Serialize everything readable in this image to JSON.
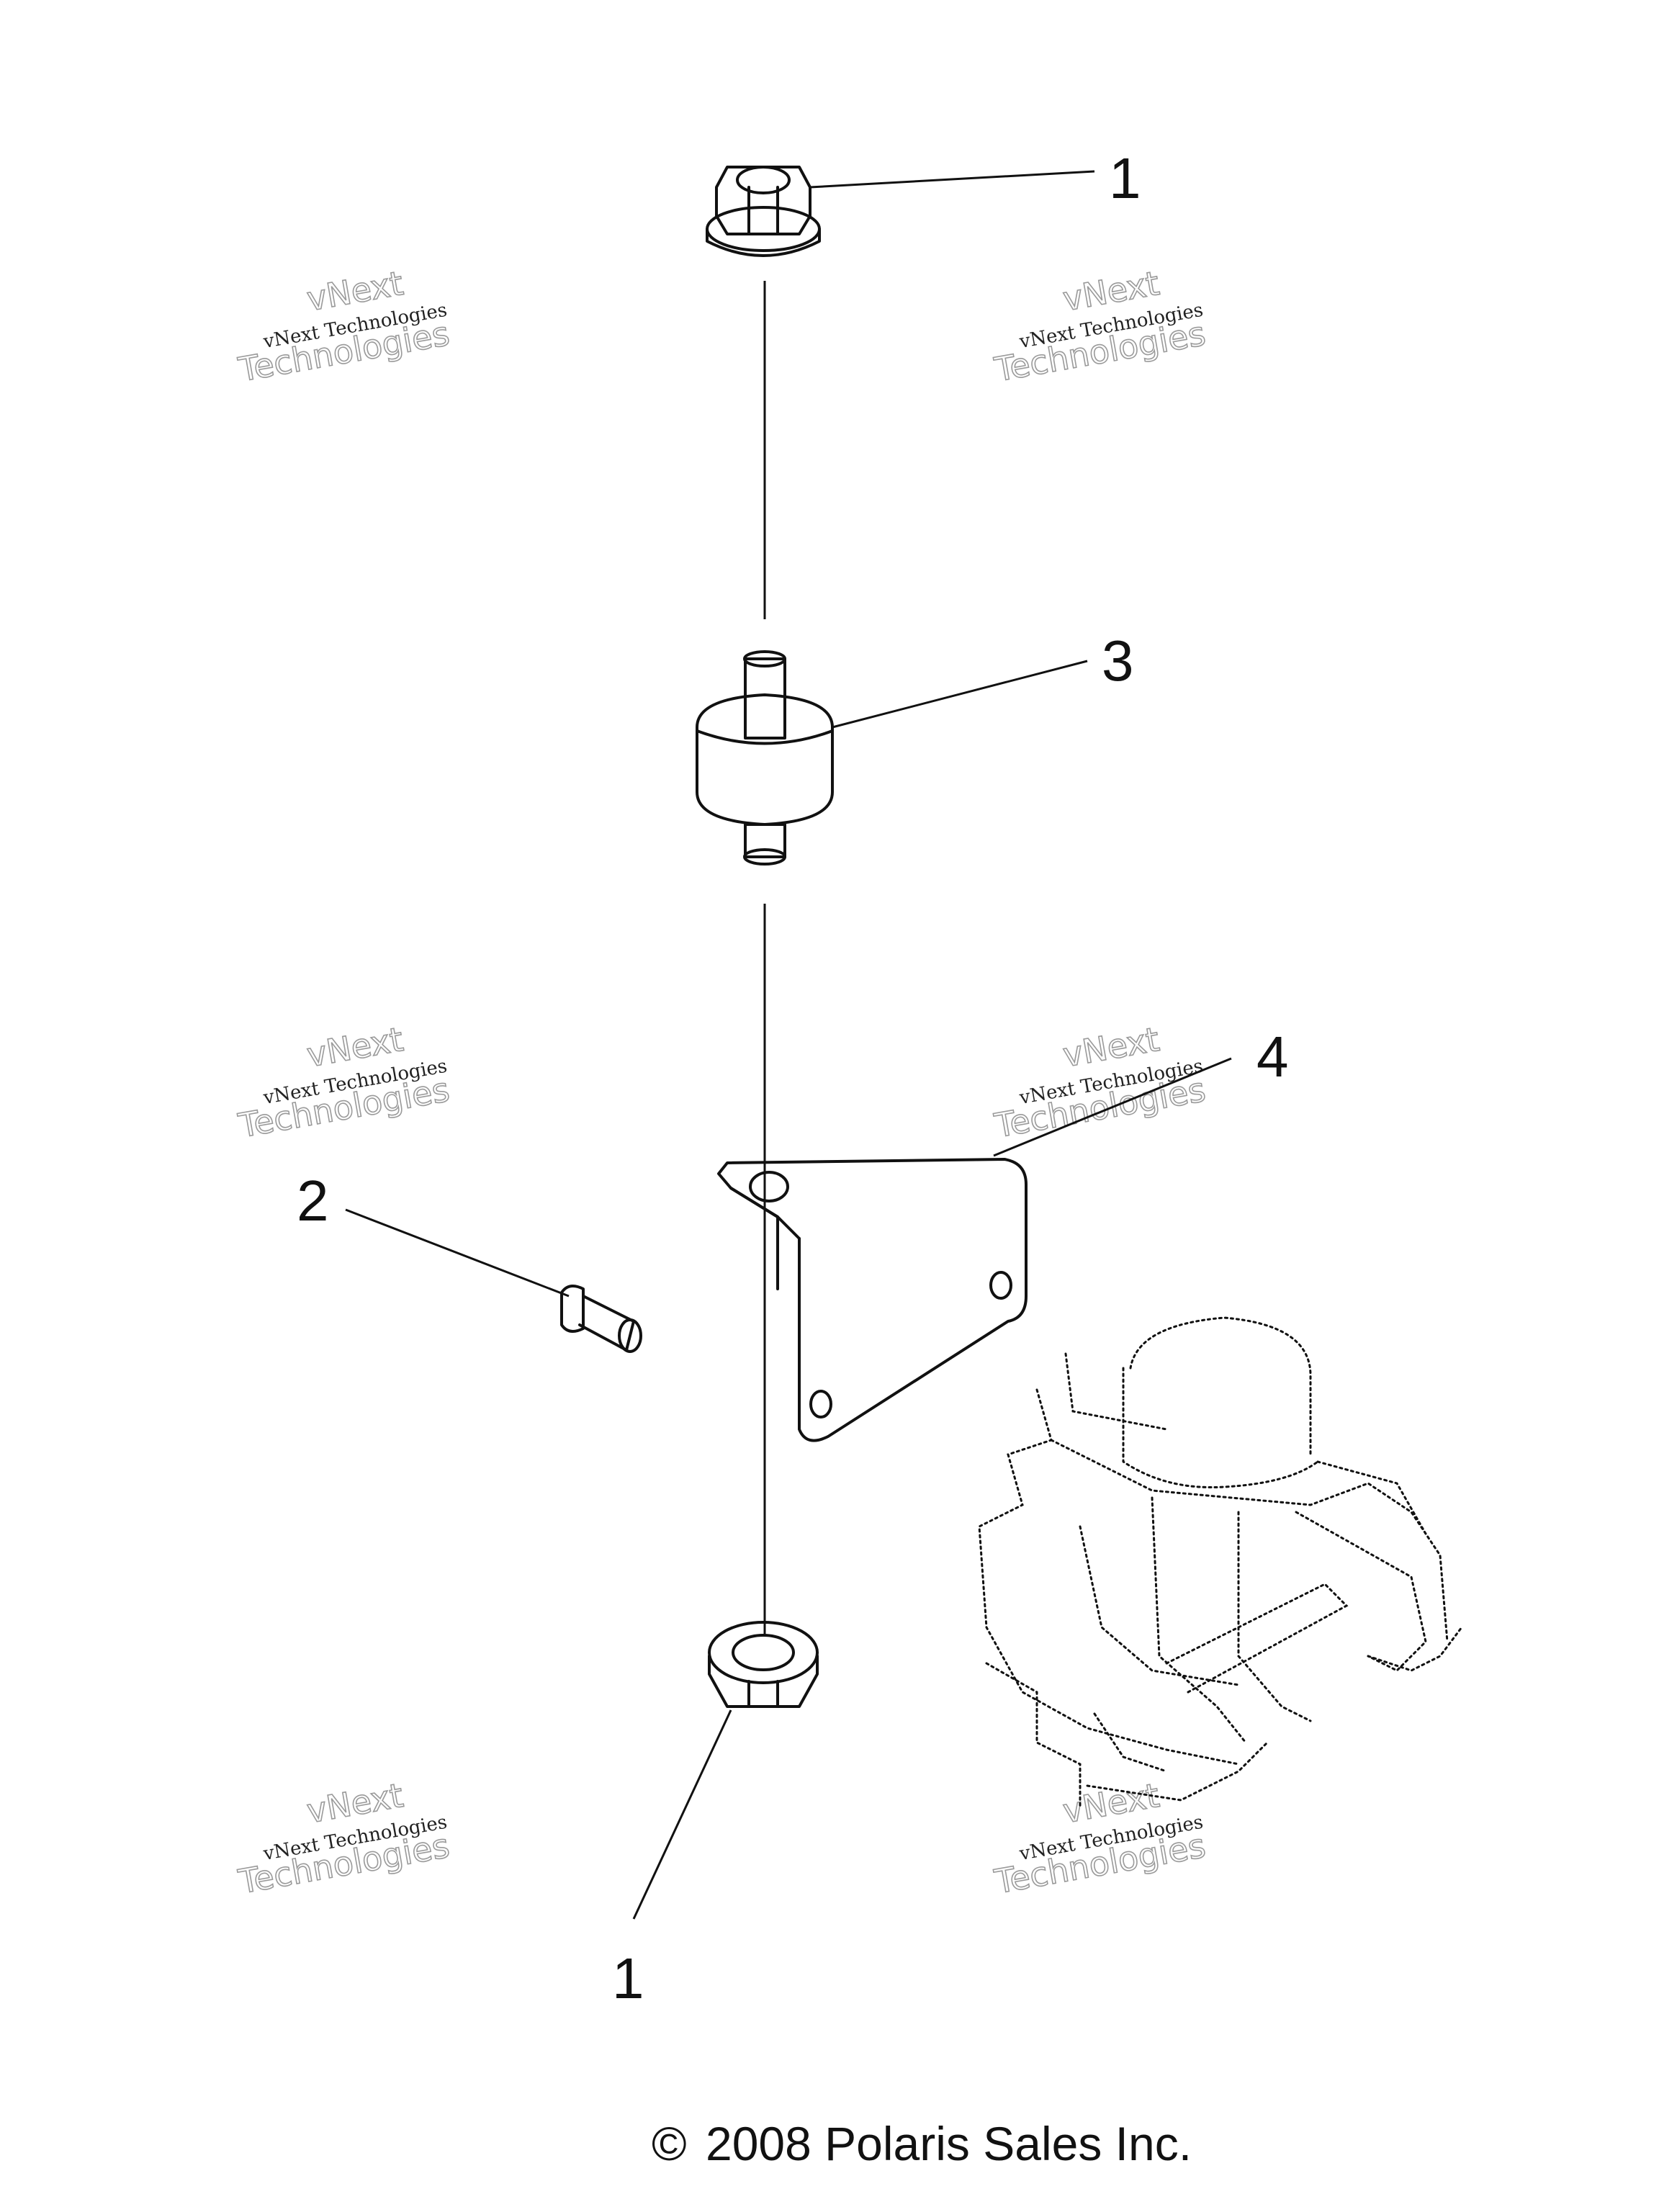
{
  "callouts": {
    "nut_top": "1",
    "bushing": "3",
    "bracket": "4",
    "bolt": "2",
    "nut_bottom": "1"
  },
  "watermark": {
    "line_a": "vNext",
    "line_b": "Technologies",
    "line_c": "vNext Technologies"
  },
  "copyright": {
    "symbol": "©",
    "text": "2008 Polaris Sales Inc."
  }
}
